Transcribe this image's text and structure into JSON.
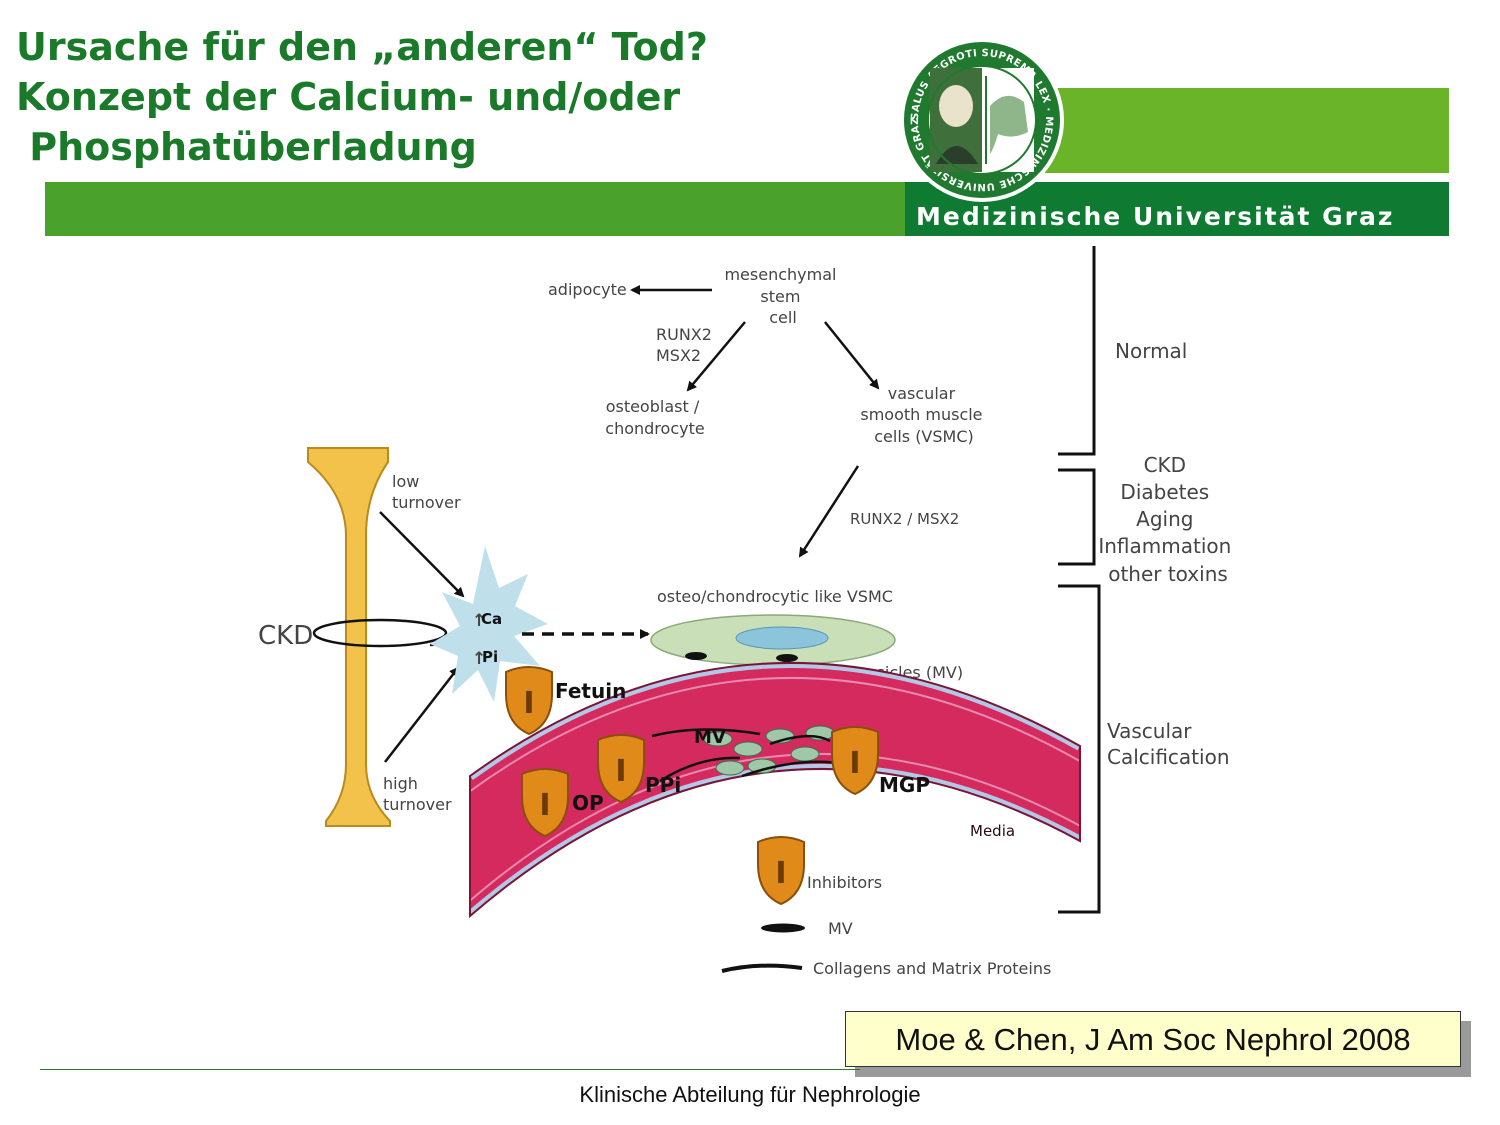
{
  "title": {
    "line1": "Ursache für den „anderen“ Tod?",
    "line2": "Konzept der Calcium- und/oder",
    "line3": " Phosphatüberladung"
  },
  "university": {
    "name": "Medizinische Universität Graz",
    "seal_text": "SALUS AEGROTI SUPREMA LEX · MEDIZINISCHE UNIVERSITÄT GRAZ"
  },
  "diagram": {
    "mesenchymal": [
      "mesenchymal",
      "stem",
      "cell"
    ],
    "adipocyte": "adipocyte",
    "runx_msx": [
      "RUNX2",
      "MSX2"
    ],
    "osteoblast": [
      "osteoblast /",
      "chondrocyte"
    ],
    "vsmc": [
      "vascular",
      "smooth muscle",
      "cells (VSMC)"
    ],
    "runx_msx_inline": "RUNX2 / MSX2",
    "osteo_like": "osteo/chondrocytic like VSMC",
    "matrix_vesicles": "matrix vesicles (MV)",
    "low_turnover": [
      "low",
      "turnover"
    ],
    "high_turnover": [
      "high",
      "turnover"
    ],
    "ckd_left": "CKD",
    "ca": "Ca",
    "pi": "Pi",
    "fetuin": "Fetuin",
    "mv": "MV",
    "ppi": "PPi",
    "op": "OP",
    "mgp": "MGP",
    "media": "Media",
    "inhibitor_glyph": "I",
    "legend": {
      "inhibitors": "Inhibitors",
      "mv": "MV",
      "collagens": "Collagens and Matrix Proteins"
    },
    "stages": {
      "normal": "Normal",
      "factors": [
        "CKD",
        "Diabetes",
        "Aging",
        "Inflammation",
        "other toxins"
      ],
      "vascular": [
        "Vascular",
        "Calcification"
      ]
    }
  },
  "citation": "Moe & Chen, J Am Soc Nephrol 2008",
  "footer": "Klinische Abteilung für Nephrologie",
  "colors": {
    "title_green": "#1a7a2a",
    "band_light": "#6ab42a",
    "band_mid": "#4aa12c",
    "band_dark": "#0f7a32",
    "bone": "#f3c24a",
    "artery": "#d42a5e",
    "cell": "#c9dfb8",
    "shield": "#e08a1a",
    "citation_bg": "#ffffcc"
  }
}
